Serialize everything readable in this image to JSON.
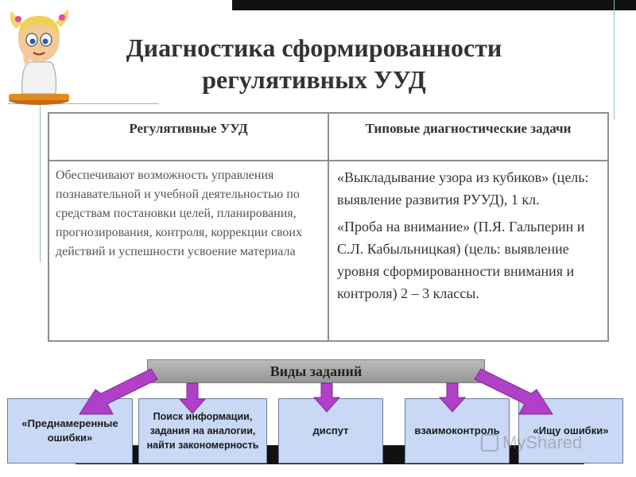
{
  "title": {
    "line1": "Диагностика сформированности",
    "line2": "регулятивных УУД"
  },
  "table": {
    "headers": [
      "Регулятивные УУД",
      "Типовые диагностические задачи"
    ],
    "left_cell": "Обеспечивают возможность управления познавательной и учебной деятельностью по средствам постановки целей, планирования, прогнозирования, контроля, коррекции своих действий и успешности усвоение материала",
    "right_paragraphs": [
      "«Выкладывание узора из кубиков» (цель: выявление развития РУУД), 1 кл.",
      "«Проба на внимание» (П.Я. Гальперин и С.Л. Кабыльницкая) (цель: выявление уровня сформированности внимания и контроля) 2 – 3 классы."
    ]
  },
  "tasks": {
    "header": "Виды заданий",
    "boxes": [
      "«Преднамеренные ошибки»",
      "Поиск информации, задания на аналогии, найти закономерность",
      "диспут",
      "взаимоконтроль",
      "«Ищу ошибки»"
    ]
  },
  "watermark": "MyShared",
  "colors": {
    "arrow": "#b040c8",
    "box_fill": "#c9d9f5",
    "band_fill": "#a8a8a8",
    "top_bar": "#111111"
  },
  "icons": {
    "mascot": "cartoon-girl-mascot-icon",
    "watermark": "myshared-logo-icon"
  }
}
